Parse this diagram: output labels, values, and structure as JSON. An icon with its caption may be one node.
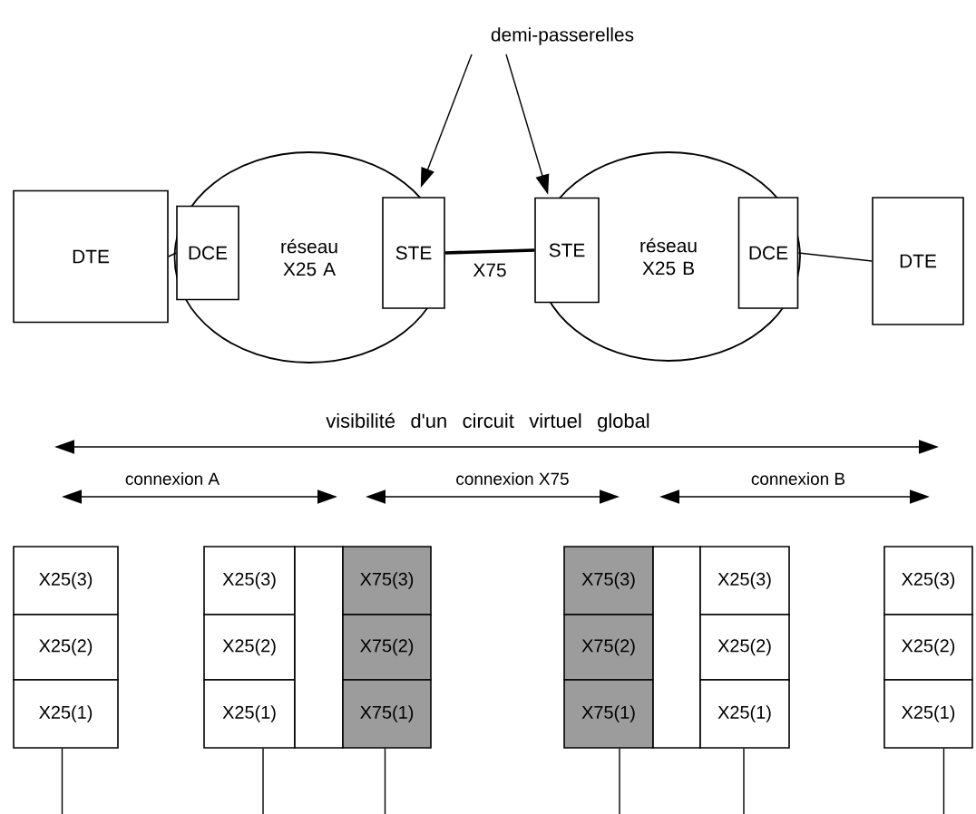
{
  "diagram": {
    "nodes": [
      {
        "text": [
          "demi-passerelles"
        ]
      },
      {
        "text": [
          "DTE"
        ]
      },
      {
        "text": [
          "réseau X25 A"
        ]
      },
      {
        "text": [
          "DCE"
        ],
        "in": 2
      },
      {
        "text": [
          "STE"
        ],
        "in": 2
      },
      {
        "text": [
          "réseau X25 B"
        ]
      },
      {
        "text": [
          "STE"
        ],
        "in": 5
      },
      {
        "text": [
          "DCE"
        ],
        "in": 5
      },
      {
        "text": [
          "DTE"
        ]
      },
      {
        "text": [
          "X25(3)"
        ]
      },
      {
        "text": [
          "X25(2)"
        ]
      },
      {
        "text": [
          "X25(1)"
        ]
      },
      {
        "text": [
          "X25(3)"
        ]
      },
      {
        "text": [
          "X25(2)"
        ]
      },
      {
        "text": [
          "X25(1)"
        ]
      },
      {
        "text": [],
        "shape": "box"
      },
      {
        "text": [
          "X75(3)"
        ]
      },
      {
        "text": [
          "X75(2)"
        ]
      },
      {
        "text": [
          "X75(1)"
        ]
      },
      {
        "text": [
          "X75(3)"
        ]
      },
      {
        "text": [
          "X75(2)"
        ]
      },
      {
        "text": [
          "X75(1)"
        ]
      },
      {
        "text": [],
        "shape": "box"
      },
      {
        "text": [
          "X25(3)"
        ]
      },
      {
        "text": [
          "X25(2)"
        ]
      },
      {
        "text": [
          "X25(1)"
        ]
      },
      {
        "text": [
          "X25(3)"
        ]
      },
      {
        "text": [
          "X25(2)"
        ]
      },
      {
        "text": [
          "X25(1)"
        ]
      }
    ],
    "edges": [
      {
        "from": 0,
        "to": 4,
        "arrow": "to"
      },
      {
        "from": 0,
        "to": 6,
        "arrow": "to"
      },
      {
        "from": 1,
        "to": 3,
        "arrow": "none"
      },
      {
        "from": 4,
        "to": 6,
        "arrow": "none",
        "label": "X75",
        "style": "thick"
      },
      {
        "from": 7,
        "to": 8,
        "arrow": "none"
      },
      {
        "from": 11,
        "to": null,
        "arrow": "none"
      },
      {
        "from": 14,
        "to": null,
        "arrow": "none"
      },
      {
        "from": 18,
        "to": null,
        "arrow": "none"
      },
      {
        "from": 21,
        "to": null,
        "arrow": "none"
      },
      {
        "from": 25,
        "to": null,
        "arrow": "none"
      },
      {
        "from": 28,
        "to": null,
        "arrow": "none"
      }
    ],
    "labels": [
      "visibilité d'un circuit virtuel global",
      "connexion A",
      "connexion X75",
      "connexion B"
    ]
  }
}
